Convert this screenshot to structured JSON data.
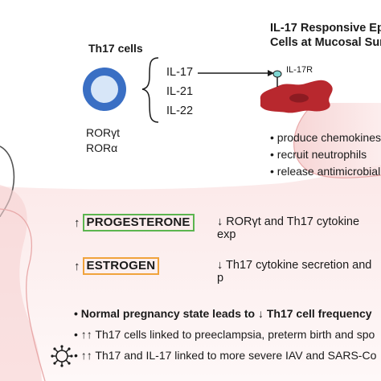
{
  "epithelial": {
    "title_line1": "IL-17 Responsive Ep",
    "title_line2": "Cells at Mucosal Sur",
    "receptor_label": "IL-17R",
    "bullets": [
      "• produce chemokines",
      "• recruit neutrophils",
      "• release antimicrobial"
    ]
  },
  "th17": {
    "title": "Th17 cells",
    "cytokines": [
      "IL-17",
      "IL-21",
      "IL-22"
    ],
    "transcription_factors": [
      "RORγt",
      "RORα"
    ]
  },
  "hormones": [
    {
      "arrow": "↑",
      "name": "PROGESTERONE",
      "effect": "↓ RORγt and Th17 cytokine exp",
      "color": "#5cb54f"
    },
    {
      "arrow": "↑",
      "name": "ESTROGEN",
      "effect": "↓ Th17 cytokine secretion and p",
      "color": "#f0a33c"
    }
  ],
  "bottom_points": [
    "• Normal pregnancy state leads to ↓ Th17 cell frequency",
    "• ↑↑ Th17 cells linked to preeclampsia, preterm birth and spo",
    "↑↑ Th17 and IL-17 linked to more severe IAV and SARS-Co"
  ],
  "colors": {
    "cell_blue": "#3a6fc4",
    "epithelium_red": "#b8282e",
    "tissue_pink": "#f4c9c9"
  }
}
